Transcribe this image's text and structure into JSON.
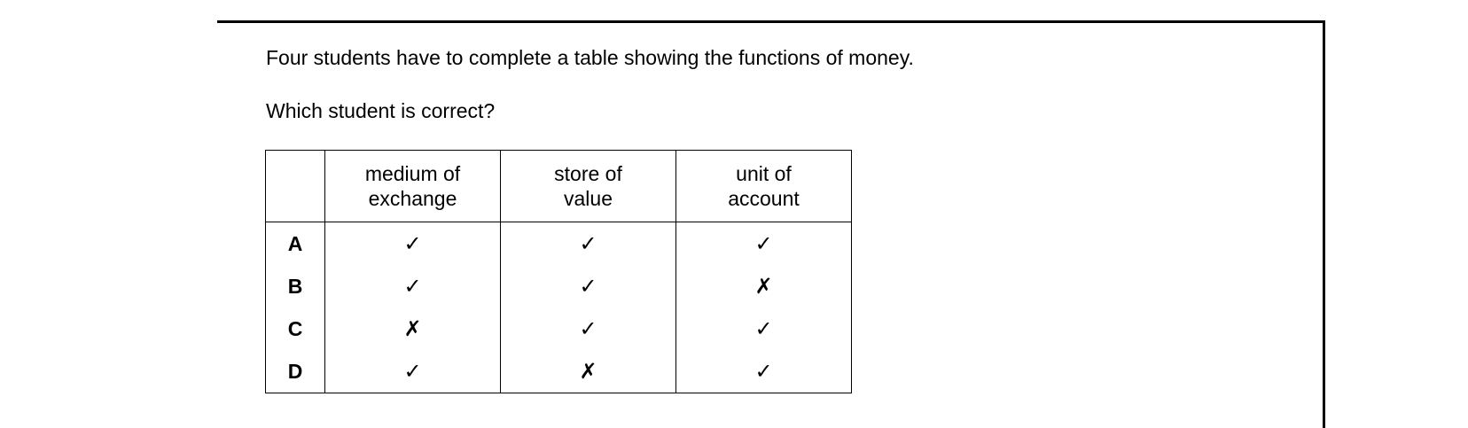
{
  "question": {
    "line1": "Four students have to complete a table showing the functions of money.",
    "line2": "Which student is correct?"
  },
  "table": {
    "headers": [
      "medium of\nexchange",
      "store of\nvalue",
      "unit of\naccount"
    ],
    "rows": [
      {
        "label": "A",
        "marks": [
          "✓",
          "✓",
          "✓"
        ]
      },
      {
        "label": "B",
        "marks": [
          "✓",
          "✓",
          "✗"
        ]
      },
      {
        "label": "C",
        "marks": [
          "✗",
          "✓",
          "✓"
        ]
      },
      {
        "label": "D",
        "marks": [
          "✓",
          "✗",
          "✓"
        ]
      }
    ]
  }
}
